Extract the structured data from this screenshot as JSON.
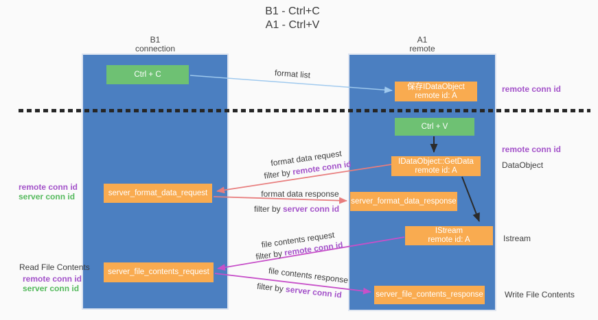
{
  "title": {
    "line1": "B1 - Ctrl+C",
    "line2": "A1 - Ctrl+V"
  },
  "lanes": {
    "left": {
      "line1": "B1",
      "line2": "connection"
    },
    "right": {
      "line1": "A1",
      "line2": "remote"
    }
  },
  "nodes": {
    "ctrl_c": "Ctrl + C",
    "ctrl_v": "Ctrl + V",
    "save_dataobject": {
      "line1": "保存IDataObject",
      "line2": "remote id: A"
    },
    "getdata": {
      "line1": "IDataObject::GetData",
      "line2": "remote id: A"
    },
    "istream": {
      "line1": "IStream",
      "line2": "remote id: A"
    },
    "server_format_data_request": "server_format_data_request",
    "server_format_data_response": "server_format_data_response",
    "server_file_contents_request": "server_file_contents_request",
    "server_file_contents_response": "server_file_contents_response"
  },
  "edge_labels": {
    "format_list": "format list",
    "format_data_request": "format data request",
    "format_data_response": "format data response",
    "file_contents_request": "file contents request",
    "file_contents_response": "file contents response",
    "filter_by": "filter by ",
    "remote_conn_id": "remote conn id",
    "server_conn_id": "server conn id"
  },
  "side_labels": {
    "remote_conn_id_top_right": "remote conn id",
    "remote_conn_id_mid_right": "remote conn id",
    "dataobject": "DataObject",
    "istream": "Istream",
    "write_file_contents": "Write File Contents",
    "remote_conn_id_left_mid": "remote conn id",
    "server_conn_id_left_mid": "server conn id",
    "read_file_contents": "Read File Contents",
    "remote_conn_id_left_bottom": "remote conn id",
    "server_conn_id_left_bottom": "server conn id"
  },
  "colors": {
    "lane_blue": "#4b7fc1",
    "box_orange": "#f9ab50",
    "box_green": "#6ec173",
    "arrow_red": "#e87d7d",
    "arrow_magenta": "#c750c9",
    "arrow_light_blue": "#9fc9ee",
    "arrow_black": "#2b2b2b",
    "label_purple": "#a352c9",
    "label_green": "#54b95c",
    "background": "#fafafa"
  }
}
